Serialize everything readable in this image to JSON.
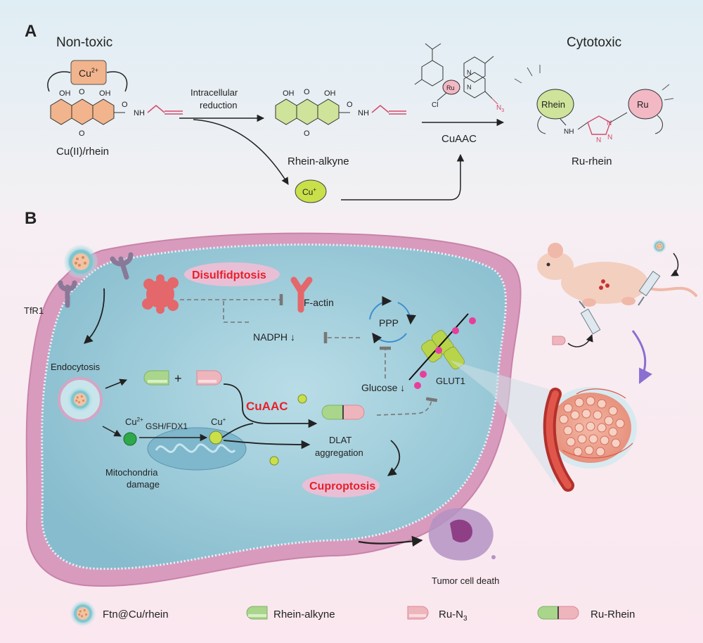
{
  "panel_a": {
    "label": "A",
    "nontoxic": "Non-toxic",
    "cytotoxic": "Cytotoxic",
    "cu2_badge": "Cu",
    "cu2_sup": "2+",
    "oh": "OH",
    "o": "O",
    "nh": "NH",
    "n": "N",
    "n3": "N",
    "n3_sub": "3",
    "ru": "Ru",
    "cl": "Cl",
    "cu_rhein": "Cu(II)/rhein",
    "step1": "Intracellular",
    "step1b": "reduction",
    "rhein_alkyne": "Rhein-alkyne",
    "cuaac": "CuAAC",
    "cu1": "Cu",
    "cu1_sup": "+",
    "rhein_circle": "Rhein",
    "ru_circle": "Ru",
    "ru_rhein": "Ru-rhein"
  },
  "panel_b": {
    "label": "B",
    "tfr1": "TfR1",
    "endocytosis": "Endocytosis",
    "disulfidptosis": "Disulfidptosis",
    "factin": "F-actin",
    "nadph": "NADPH",
    "ppp": "PPP",
    "glucose": "Glucose",
    "glut1": "GLUT1",
    "plus": "+",
    "cuaac": "CuAAC",
    "cu2": "Cu",
    "cu2_sup": "2+",
    "cu1": "Cu",
    "cu1_sup": "+",
    "gsh": "GSH/FDX1",
    "mito1": "Mitochondria",
    "mito2": "damage",
    "dlat1": "DLAT",
    "dlat2": "aggregation",
    "cuproptosis": "Cuproptosis",
    "death": "Tumor cell death"
  },
  "legend": [
    {
      "label": "Ftn@Cu/rhein",
      "icon": "nanoparticle-icon"
    },
    {
      "label": "Rhein-alkyne",
      "icon": "green-capsule-half-icon"
    },
    {
      "label": "Ru-N",
      "sub": "3",
      "icon": "pink-capsule-half-icon"
    },
    {
      "label": "Ru-Rhein",
      "icon": "full-capsule-icon"
    }
  ],
  "colors": {
    "cell": "#a5cfdc",
    "membrane": "#d89bbd",
    "death_red": "#e8202a",
    "cu_plus": "#c9e04a",
    "cu_2plus": "#2ea84a",
    "rhein_orange": "#f2b48c",
    "rhein_green": "#cfe39a"
  }
}
